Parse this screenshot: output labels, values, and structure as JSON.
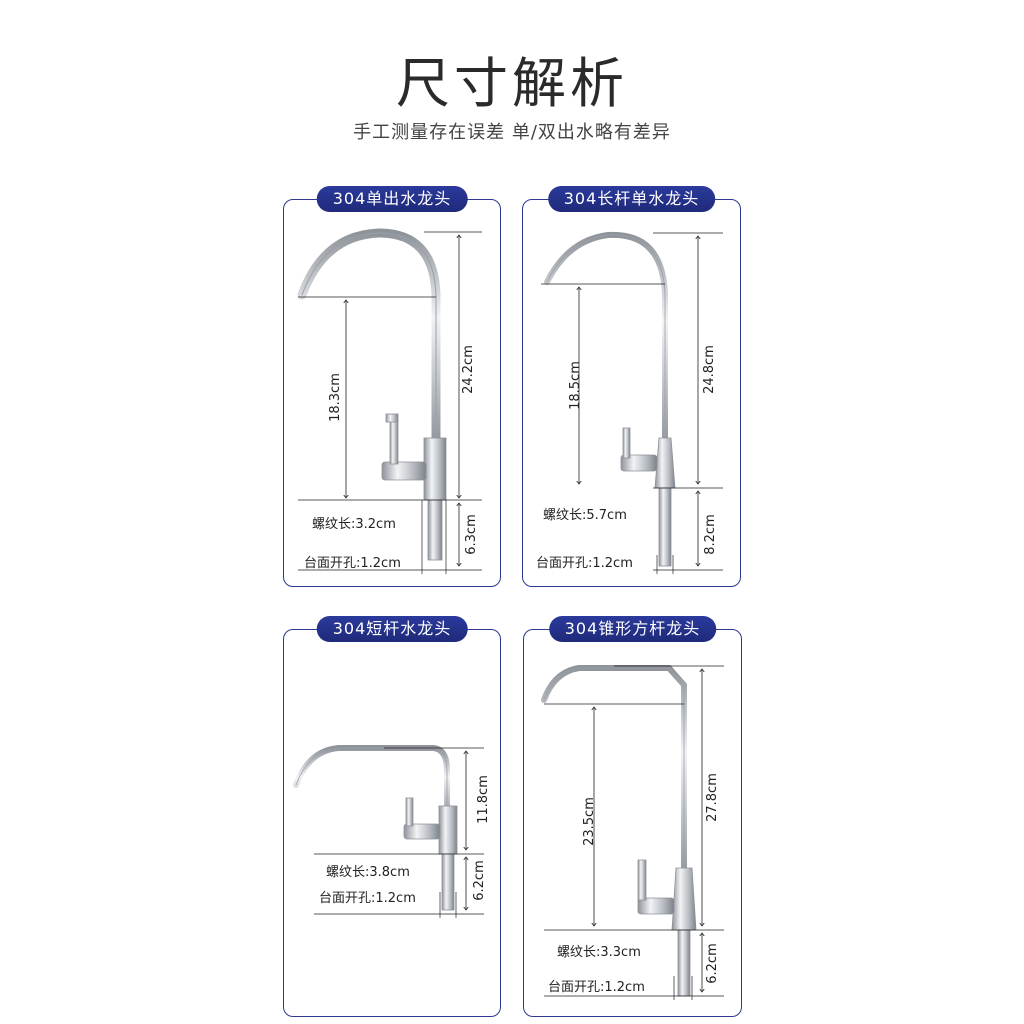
{
  "header": {
    "title": "尺寸解析",
    "subtitle": "手工测量存在误差 单/双出水略有差异"
  },
  "cards": [
    {
      "name": "304单出水龙头",
      "spout_height": "18.3cm",
      "total_height": "24.2cm",
      "thread_label": "螺纹长:3.2cm",
      "thread_height": "6.3cm",
      "hole_label": "台面开孔:1.2cm"
    },
    {
      "name": "304长杆单水龙头",
      "spout_height": "18.5cm",
      "total_height": "24.8cm",
      "thread_label": "螺纹长:5.7cm",
      "thread_height": "8.2cm",
      "hole_label": "台面开孔:1.2cm"
    },
    {
      "name": "304短杆水龙头",
      "total_height": "11.8cm",
      "thread_label": "螺纹长:3.8cm",
      "thread_height": "6.2cm",
      "hole_label": "台面开孔:1.2cm"
    },
    {
      "name": "304锥形方杆龙头",
      "spout_height": "23.5cm",
      "total_height": "27.8cm",
      "thread_label": "螺纹长:3.3cm",
      "thread_height": "6.2cm",
      "hole_label": "台面开孔:1.2cm"
    }
  ],
  "colors": {
    "accent": "#2d3a8f",
    "badge": "#24318a",
    "metal": "#b8bcc2"
  }
}
